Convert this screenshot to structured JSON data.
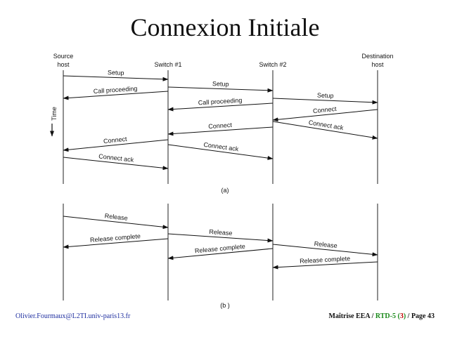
{
  "slide": {
    "title": "Connexion Initiale",
    "footer_left": "Olivier.Fourmaux@L2TI.univ-paris13.fr",
    "footer_right": {
      "course": "Maîtrise EEA",
      "sep1": " / ",
      "rtd": "RTD-5",
      "part_open": " (",
      "part_num": "3",
      "part_close": ")",
      "sep2": " / ",
      "page": "Page 43"
    }
  },
  "diagram": {
    "nodes": [
      {
        "id": "source",
        "line1": "Source",
        "line2": "host"
      },
      {
        "id": "switch1",
        "line1": "Switch #1",
        "line2": ""
      },
      {
        "id": "switch2",
        "line1": "Switch #2",
        "line2": ""
      },
      {
        "id": "dest",
        "line1": "Destination",
        "line2": "host"
      }
    ],
    "time_label": "Time",
    "part_a_label": "(a)",
    "part_b_label": "(b )",
    "part_a_messages": [
      {
        "label": "Setup",
        "from": "source",
        "to": "switch1"
      },
      {
        "label": "Call proceeding",
        "from": "switch1",
        "to": "source"
      },
      {
        "label": "Setup",
        "from": "switch1",
        "to": "switch2"
      },
      {
        "label": "Call proceeding",
        "from": "switch2",
        "to": "switch1"
      },
      {
        "label": "Setup",
        "from": "switch2",
        "to": "dest"
      },
      {
        "label": "Connect",
        "from": "dest",
        "to": "switch2"
      },
      {
        "label": "Connect",
        "from": "switch2",
        "to": "switch1"
      },
      {
        "label": "Connect ack",
        "from": "switch2",
        "to": "dest"
      },
      {
        "label": "Connect",
        "from": "switch1",
        "to": "source"
      },
      {
        "label": "Connect ack",
        "from": "switch1",
        "to": "switch2"
      },
      {
        "label": "Connect ack",
        "from": "source",
        "to": "switch1"
      }
    ],
    "part_b_messages": [
      {
        "label": "Release",
        "from": "source",
        "to": "switch1"
      },
      {
        "label": "Release complete",
        "from": "switch1",
        "to": "source"
      },
      {
        "label": "Release",
        "from": "switch1",
        "to": "switch2"
      },
      {
        "label": "Release complete",
        "from": "switch2",
        "to": "switch1"
      },
      {
        "label": "Release",
        "from": "switch2",
        "to": "dest"
      },
      {
        "label": "Release complete",
        "from": "dest",
        "to": "switch2"
      }
    ]
  }
}
